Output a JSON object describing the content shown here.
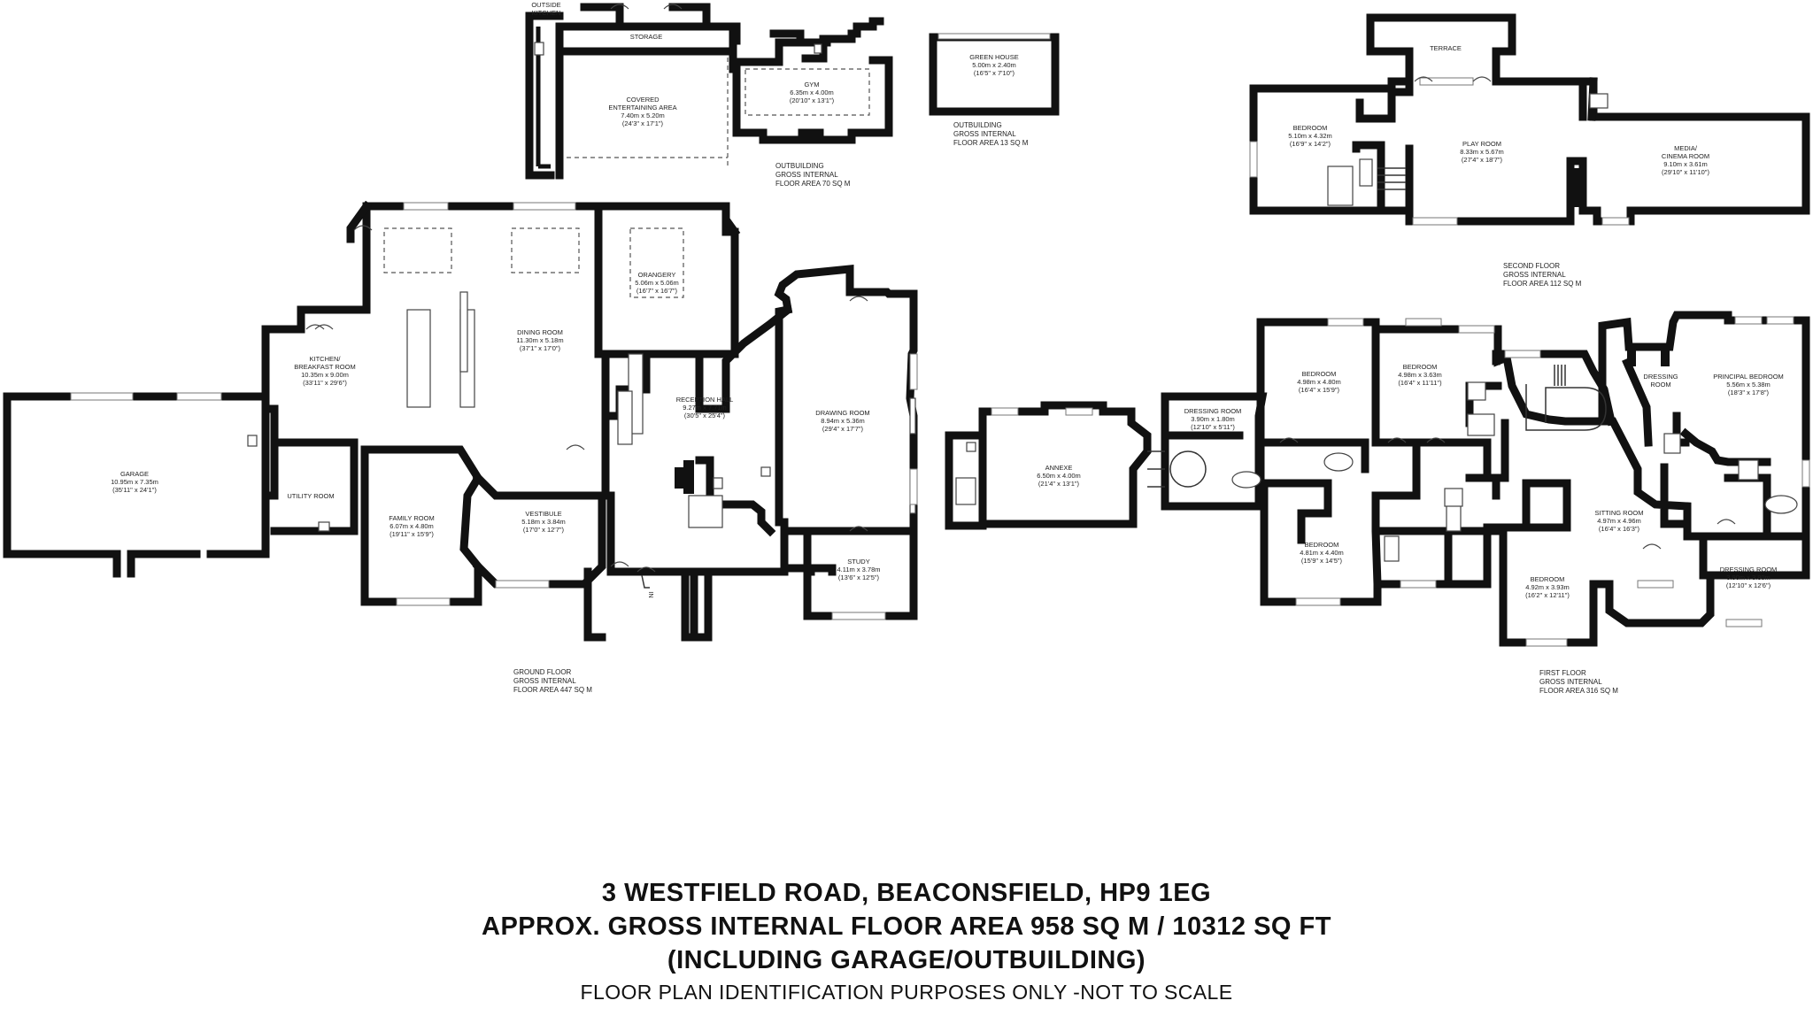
{
  "outbuilding_main": {
    "outside_kitchen": "OUTSIDE\nKITCHEN",
    "storage": "STORAGE",
    "covered": {
      "name": "COVERED\nENTERTAINING AREA",
      "metric": "7.40m x 5.20m",
      "imperial": "(24'3\" x 17'1\")"
    },
    "gym": {
      "name": "GYM",
      "metric": "6.35m x 4.00m",
      "imperial": "(20'10\" x 13'1\")"
    },
    "area_label": [
      "OUTBUILDING",
      "GROSS INTERNAL",
      "FLOOR AREA 70 SQ M"
    ]
  },
  "outbuilding_green": {
    "green_house": {
      "name": "GREEN HOUSE",
      "metric": "5.00m x 2.40m",
      "imperial": "(16'5\" x 7'10\")"
    },
    "area_label": [
      "OUTBUILDING",
      "GROSS INTERNAL",
      "FLOOR AREA 13 SQ M"
    ]
  },
  "ground_floor": {
    "garage": {
      "name": "GARAGE",
      "metric": "10.95m x 7.35m",
      "imperial": "(35'11\" x 24'1\")"
    },
    "kitchen": {
      "name": "KITCHEN/\nBREAKFAST ROOM",
      "metric": "10.35m x 9.00m",
      "imperial": "(33'11\" x 29'6\")"
    },
    "utility": {
      "name": "UTILITY ROOM"
    },
    "dining": {
      "name": "DINING ROOM",
      "metric": "11.30m x 5.18m",
      "imperial": "(37'1\" x 17'0\")"
    },
    "orangery": {
      "name": "ORANGERY",
      "metric": "5.06m x 5.06m",
      "imperial": "(16'7\" x 16'7\")"
    },
    "reception": {
      "name": "RECEPTION HALL",
      "metric": "9.27m x 7.71m",
      "imperial": "(30'5\" x 25'4\")"
    },
    "drawing": {
      "name": "DRAWING ROOM",
      "metric": "8.94m x 5.36m",
      "imperial": "(29'4\" x 17'7\")"
    },
    "family": {
      "name": "FAMILY ROOM",
      "metric": "6.07m x 4.80m",
      "imperial": "(19'11\" x 15'9\")"
    },
    "vestibule": {
      "name": "VESTIBULE",
      "metric": "5.18m x 3.84m",
      "imperial": "(17'0\" x 12'7\")"
    },
    "study": {
      "name": "STUDY",
      "metric": "4.11m x 3.78m",
      "imperial": "(13'6\" x 12'5\")"
    },
    "entrance_mark": "IN",
    "area_label": [
      "GROUND FLOOR",
      "GROSS INTERNAL",
      "FLOOR AREA 447 SQ M"
    ]
  },
  "annexe": {
    "name": "ANNEXE",
    "metric": "6.50m x 4.00m",
    "imperial": "(21'4\" x 13'1\")"
  },
  "first_floor": {
    "dressing_a": {
      "name": "DRESSING ROOM",
      "metric": "3.90m x 1.80m",
      "imperial": "(12'10\" x 5'11\")"
    },
    "bedroom_a": {
      "name": "BEDROOM",
      "metric": "4.98m x 4.80m",
      "imperial": "(16'4\" x 15'9\")"
    },
    "bedroom_b": {
      "name": "BEDROOM",
      "metric": "4.98m x 3.63m",
      "imperial": "(16'4\" x 11'11\")"
    },
    "bedroom_c": {
      "name": "BEDROOM",
      "metric": "4.81m x 4.40m",
      "imperial": "(15'9\" x 14'5\")"
    },
    "bedroom_d": {
      "name": "BEDROOM",
      "metric": "4.92m x 3.93m",
      "imperial": "(16'2\" x 12'11\")"
    },
    "dressing_b": {
      "name": "DRESSING\nROOM"
    },
    "principal": {
      "name": "PRINCIPAL BEDROOM",
      "metric": "5.56m x 5.38m",
      "imperial": "(18'3\" x 17'8\")"
    },
    "sitting": {
      "name": "SITTING ROOM",
      "metric": "4.97m x 4.96m",
      "imperial": "(16'4\" x 16'3\")"
    },
    "dressing_c": {
      "name": "DRESSING ROOM",
      "metric": "3.90m x 3.80m",
      "imperial": "(12'10\" x 12'6\")"
    },
    "area_label": [
      "FIRST FLOOR",
      "GROSS INTERNAL",
      "FLOOR AREA 316 SQ M"
    ]
  },
  "second_floor": {
    "terrace": "TERRACE",
    "bedroom": {
      "name": "BEDROOM",
      "metric": "5.10m x 4.32m",
      "imperial": "(16'9\" x 14'2\")"
    },
    "play": {
      "name": "PLAY ROOM",
      "metric": "8.33m x 5.67m",
      "imperial": "(27'4\" x 18'7\")"
    },
    "media": {
      "name": "MEDIA/\nCINEMA ROOM",
      "metric": "9.10m x 3.61m",
      "imperial": "(29'10\" x 11'10\")"
    },
    "area_label": [
      "SECOND FLOOR",
      "GROSS INTERNAL",
      "FLOOR AREA 112 SQ M"
    ]
  },
  "footer": {
    "address": "3 WESTFIELD ROAD, BEACONSFIELD, HP9 1EG",
    "total_area": "APPROX. GROSS INTERNAL FLOOR AREA 958 SQ M / 10312 SQ FT",
    "including": "(INCLUDING GARAGE/OUTBUILDING)",
    "disclaimer": "FLOOR PLAN IDENTIFICATION PURPOSES ONLY -NOT TO SCALE"
  }
}
